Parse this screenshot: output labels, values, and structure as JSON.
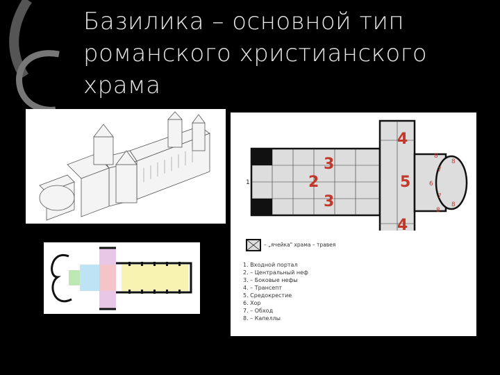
{
  "slide": {
    "title": "Базилика – основной тип романского христианского храма"
  },
  "plan": {
    "legend_key": "– „ячейка\" храма – травея",
    "legend": [
      "1.  Входной портал",
      "2. – Центральный неф",
      "3. – Боковые нефы",
      "4. – Трансепт",
      "5.  Средокрестие",
      "6.  Хор",
      "7. – Обход",
      "8. – Капеллы"
    ],
    "markers": {
      "m1": "1",
      "m2": "2",
      "m3a": "3",
      "m3b": "3",
      "m4a": "4",
      "m4b": "4",
      "m5": "5",
      "m6": "6",
      "m7a": "7",
      "m7b": "7",
      "m8a": "8",
      "m8b": "8",
      "m8c": "8",
      "m8d": "8"
    }
  },
  "colors": {
    "background": "#000000",
    "title": "#e6e6e6",
    "marker": "#c0392b"
  }
}
